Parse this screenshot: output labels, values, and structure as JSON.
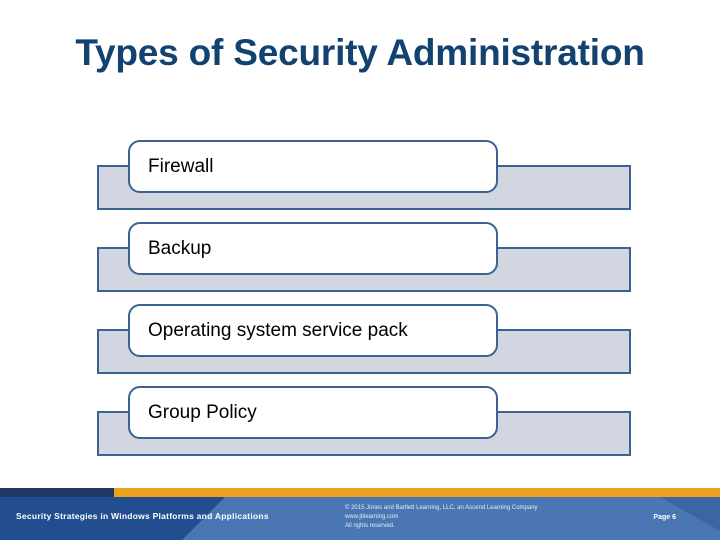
{
  "slide": {
    "title": "Types of Security Administration",
    "title_color": "#12426f",
    "background_color": "#ffffff"
  },
  "items": [
    {
      "label": "Firewall"
    },
    {
      "label": "Backup"
    },
    {
      "label": "Operating system service pack"
    },
    {
      "label": "Group Policy"
    }
  ],
  "style": {
    "bar_fill": "#d2d6e0",
    "bar_border": "#3c6291",
    "pill_fill": "#ffffff",
    "accent_gold": "#eda21f",
    "footer_blue": "#4a77b4",
    "footer_dark_blue": "#224d8f",
    "footer_navy": "#1f3864"
  },
  "footer": {
    "course_title": "Security Strategies in Windows Platforms and Applications",
    "copyright_line1": "© 2015 Jones and Bartlett Learning, LLC, an Ascend Learning Company",
    "copyright_line2": "www.jblearning.com",
    "copyright_line3": "All rights reserved.",
    "page_label": "Page 6"
  }
}
